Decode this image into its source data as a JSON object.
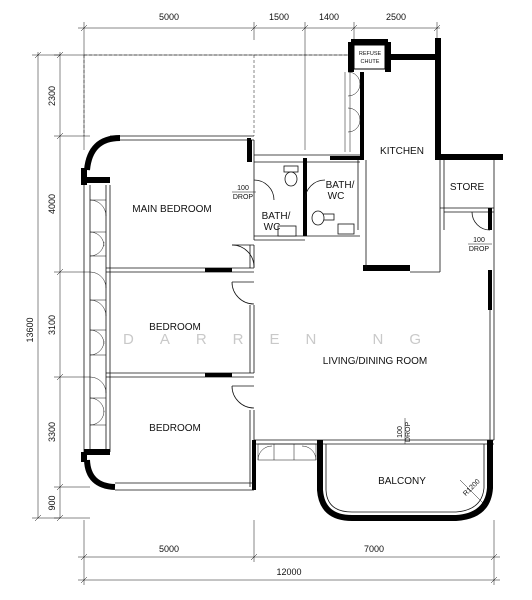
{
  "dimensions": {
    "top": [
      "5000",
      "1500",
      "1400",
      "2500"
    ],
    "left": [
      "2300",
      "4000",
      "3100",
      "3300",
      "900"
    ],
    "left_total": "13600",
    "bottom_parts": [
      "5000",
      "7000"
    ],
    "bottom_total": "12000"
  },
  "rooms": {
    "main_bedroom": "MAIN BEDROOM",
    "bedroom_1": "BEDROOM",
    "bedroom_2": "BEDROOM",
    "bath_1_line1": "BATH/",
    "bath_1_line2": "WC",
    "bath_2_line1": "BATH/",
    "bath_2_line2": "WC",
    "kitchen": "KITCHEN",
    "store": "STORE",
    "living": "LIVING/DINING ROOM",
    "balcony": "BALCONY"
  },
  "annotations": {
    "refuse_line1": "REFUSE",
    "refuse_line2": "CHUTE",
    "drop_bath_1": "100",
    "drop_bath_1_b": "DROP",
    "drop_store": "100",
    "drop_store_b": "DROP",
    "drop_balcony": "100",
    "drop_balcony_b": "DROP",
    "radius": "R1200"
  },
  "watermark": "DARREN NG"
}
